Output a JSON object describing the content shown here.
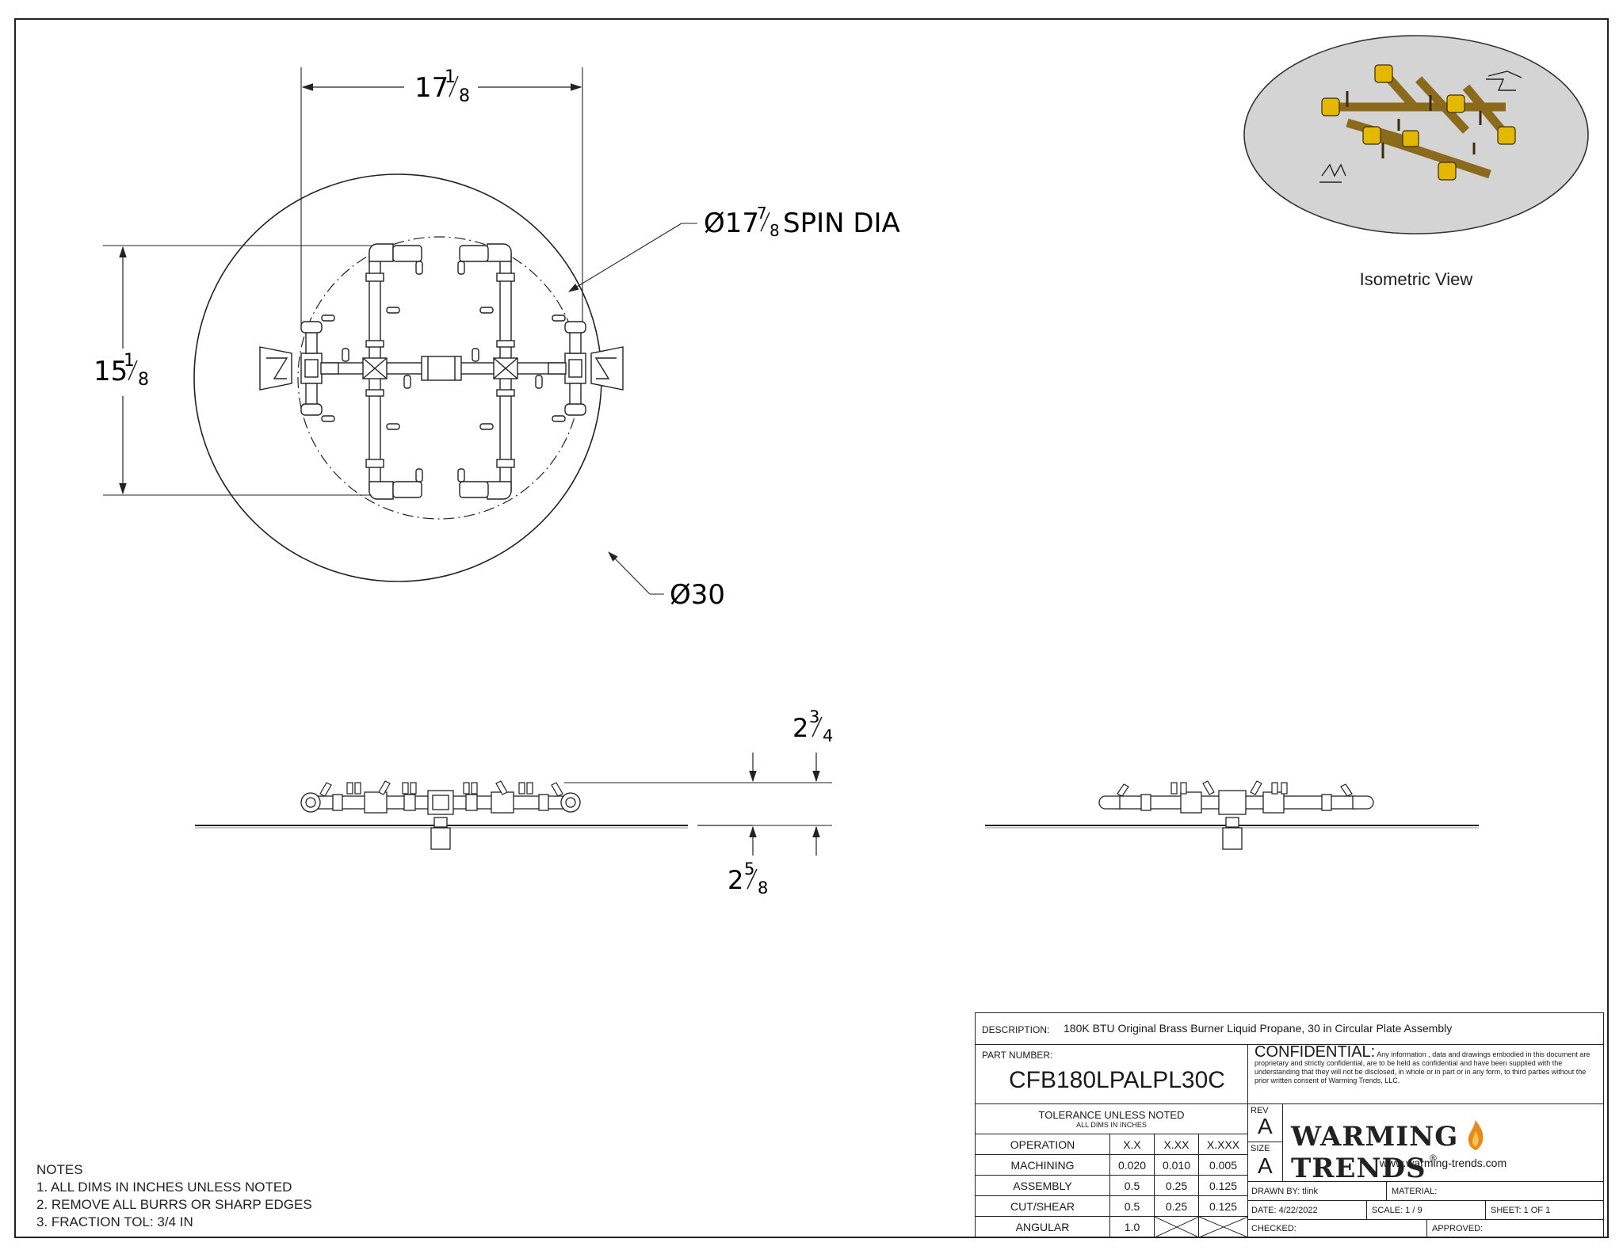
{
  "top_view": {
    "width_dim": {
      "whole": "17",
      "num": "1",
      "den": "8"
    },
    "height_dim": {
      "whole": "15",
      "num": "1",
      "den": "8"
    },
    "spin_dia": {
      "prefix": "Ø17",
      "num": "7",
      "den": "8",
      "suffix": " SPIN DIA"
    },
    "plate_dia": "Ø30"
  },
  "isometric_label": "Isometric View",
  "side_view": {
    "top_dim": {
      "whole": "2",
      "num": "3",
      "den": "4"
    },
    "bottom_dim": {
      "whole": "2",
      "num": "5",
      "den": "8"
    }
  },
  "notes": {
    "title": "NOTES",
    "items": [
      "1. ALL DIMS IN INCHES UNLESS NOTED",
      "2. REMOVE ALL BURRS OR SHARP EDGES",
      "3. FRACTION TOL: 3/4 IN"
    ]
  },
  "title_block": {
    "description_label": "DESCRIPTION:",
    "description": "180K BTU Original Brass Burner Liquid Propane, 30 in Circular Plate Assembly",
    "part_number_label": "PART NUMBER:",
    "part_number": "CFB180LPALPL30C",
    "confidential_title": "CONFIDENTIAL:",
    "confidential_text": "Any information , data and drawings embodied in this document are proprietary and strictly confidential, are to be held as confidential and have been supplied with the understanding that they will not be disclosed, in whole or in part or in any form, to third parties without the prior written consent of Warming Trends, LLC.",
    "tolerance_title": "TOLERANCE UNLESS NOTED",
    "tolerance_sub": "ALL DIMS IN INCHES",
    "tolerance_header": [
      "OPERATION",
      "X.X",
      "X.XX",
      "X.XXX"
    ],
    "tolerance_rows": [
      [
        "MACHINING",
        "0.020",
        "0.010",
        "0.005"
      ],
      [
        "ASSEMBLY",
        "0.5",
        "0.25",
        "0.125"
      ],
      [
        "CUT/SHEAR",
        "0.5",
        "0.25",
        "0.125"
      ],
      [
        "ANGULAR",
        "1.0",
        "",
        ""
      ]
    ],
    "rev_label": "REV",
    "rev": "A",
    "size_label": "SIZE",
    "size": "A",
    "logo_left": "WARMING",
    "logo_right": "TRENDS",
    "website": "www.warming-trends.com",
    "drawn_by": "DRAWN BY: tlink",
    "material": "MATERIAL:",
    "date": "DATE:   4/22/2022",
    "scale": "SCALE:  1 / 9",
    "sheet": "SHEET:  1   OF   1",
    "checked": "CHECKED:",
    "approved": "APPROVED:",
    "brand_color": "#e8891c"
  }
}
